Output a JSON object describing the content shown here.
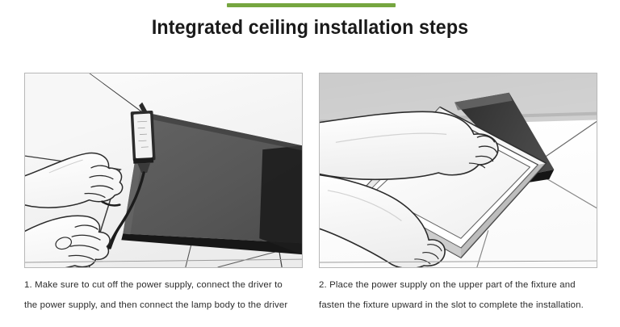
{
  "header": {
    "accent_color": "#76a640",
    "title": "Integrated ceiling installation steps"
  },
  "steps": [
    {
      "id": "step-1",
      "illustration_alt": "Hands cutting off power supply and connecting driver wires to a dark ceiling panel",
      "caption_line_1": "1. Make sure to cut off the power supply, connect the driver to",
      "caption_line_2": "the power supply, and then connect the lamp body to the driver"
    },
    {
      "id": "step-2",
      "illustration_alt": "Hands pushing a square panel light fixture upward into the ceiling slot",
      "caption_line_1": "2. Place the power supply on the upper part of the fixture and",
      "caption_line_2": "fasten the fixture upward in the slot to complete the installation."
    }
  ],
  "palette": {
    "background": "#ffffff",
    "frame_border": "#b8b8b8",
    "panel_dark": "#5a5a5a",
    "panel_edge_dark": "#111111",
    "ceiling_light": "#f4f4f4",
    "ceiling_shade": "#e2e2e2",
    "line": "#2b2b2b",
    "text": "#2b2b2b",
    "title": "#1a1a1a"
  }
}
